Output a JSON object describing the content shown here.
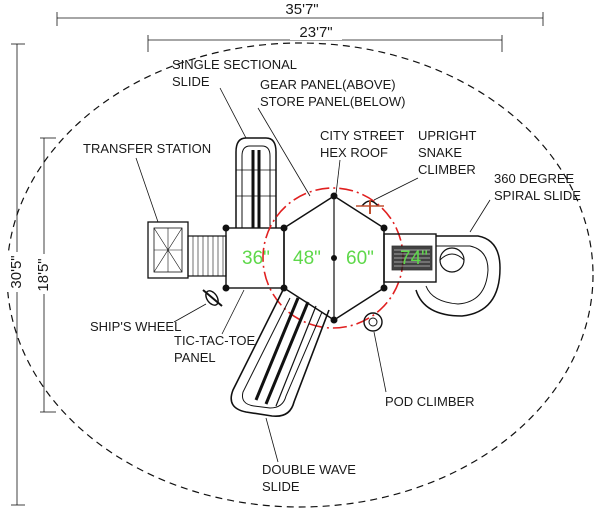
{
  "dimensions": {
    "outer_width": "35'7\"",
    "inner_width": "23'7\"",
    "outer_height": "30'5\"",
    "inner_height": "18'5\""
  },
  "labels": {
    "single_sectional_slide": [
      "SINGLE SECTIONAL",
      "SLIDE"
    ],
    "gear_store_panel": [
      "GEAR PANEL(ABOVE)",
      "STORE PANEL(BELOW)"
    ],
    "city_street_hex_roof": [
      "CITY STREET",
      "HEX ROOF"
    ],
    "upright_snake_climber": [
      "UPRIGHT",
      "SNAKE",
      "CLIMBER"
    ],
    "transfer_station": [
      "TRANSFER STATION"
    ],
    "spiral_slide": [
      "360 DEGREE",
      "SPIRAL SLIDE"
    ],
    "ships_wheel": [
      "SHIP'S WHEEL"
    ],
    "tic_tac_toe_panel": [
      "TIC-TAC-TOE",
      "PANEL"
    ],
    "pod_climber": [
      "POD CLIMBER"
    ],
    "double_wave_slide": [
      "DOUBLE WAVE",
      "SLIDE"
    ]
  },
  "deck_heights": [
    "36\"",
    "48\"",
    "60\"",
    "74\""
  ],
  "colors": {
    "deck_height": "#5ed84a",
    "roof_circle": "#e02020",
    "line": "#111111"
  }
}
